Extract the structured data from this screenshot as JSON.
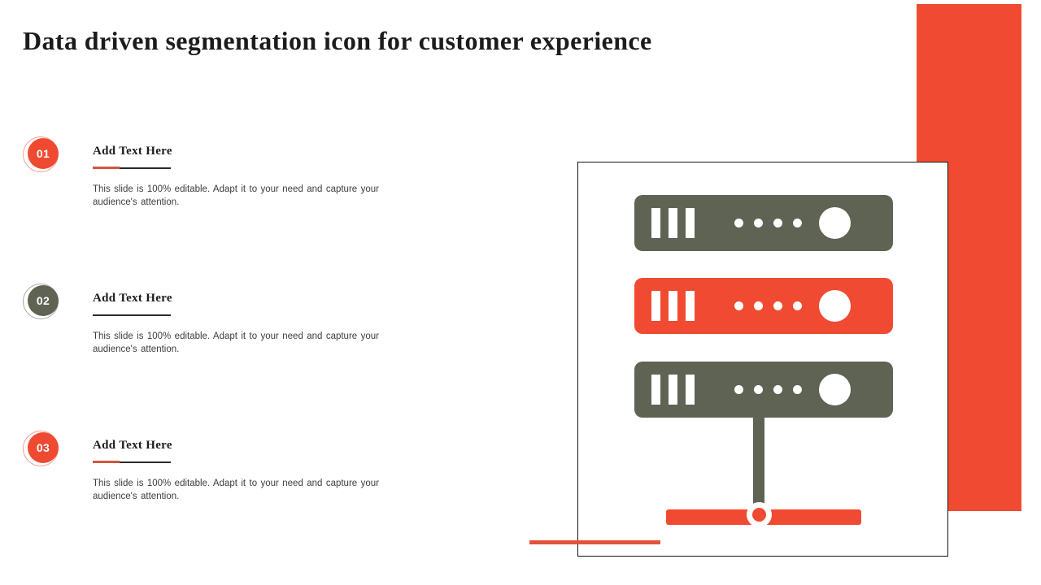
{
  "slide": {
    "title": "Data driven segmentation icon for customer experience"
  },
  "colors": {
    "accent_red": "#f04b32",
    "accent_olive": "#5e6354",
    "title_text": "#1c1c1c",
    "body_text": "#3d3d3d",
    "card_border": "#141414"
  },
  "steps": [
    {
      "number": "01",
      "heading": "Add Text Here",
      "text": "This slide is 100% editable. Adapt it to your need and capture your audience's attention.",
      "accent": "red"
    },
    {
      "number": "02",
      "heading": "Add Text Here",
      "text": "This slide is 100% editable. Adapt it to your need and capture your audience's attention.",
      "accent": "olive"
    },
    {
      "number": "03",
      "heading": "Add Text Here",
      "text": "This slide is 100% editable. Adapt it to your need and capture your audience's attention.",
      "accent": "red"
    }
  ],
  "illustration": {
    "name": "server-rack-segmentation-icon",
    "racks": [
      {
        "color": "olive",
        "bars": 3,
        "dots": 4,
        "indicator": 1
      },
      {
        "color": "red",
        "bars": 3,
        "dots": 4,
        "indicator": 1
      },
      {
        "color": "olive",
        "bars": 3,
        "dots": 4,
        "indicator": 1
      }
    ],
    "connector": {
      "stem_color": "olive",
      "base_bar_color": "red",
      "hub": "ring"
    }
  }
}
